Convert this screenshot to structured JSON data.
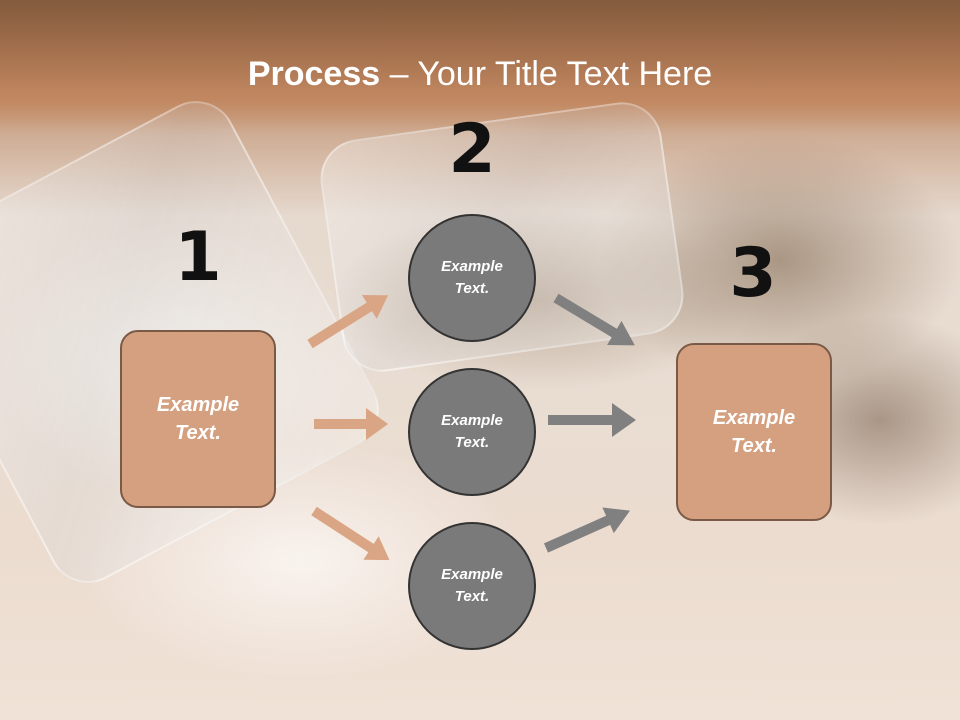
{
  "title": {
    "bold": "Process",
    "dash": " – ",
    "rest": "Your Title Text Here"
  },
  "steps": {
    "one": "1",
    "two": "2",
    "three": "3"
  },
  "left_box": {
    "text": "Example Text."
  },
  "right_box": {
    "text": "Example Text."
  },
  "circles": [
    {
      "text": "Example Text."
    },
    {
      "text": "Example Text."
    },
    {
      "text": "Example Text."
    }
  ],
  "colors": {
    "box_fill": "#d4a07f",
    "box_border": "#7a5a46",
    "circle_fill": "#7a7a7a",
    "circle_border": "#333333",
    "arrow_left": "#d9a584",
    "arrow_right": "#808080"
  }
}
